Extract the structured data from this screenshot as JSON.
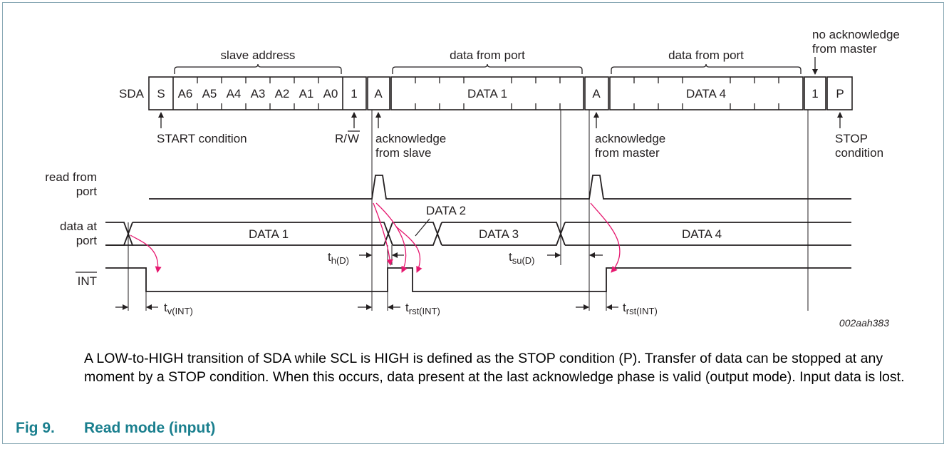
{
  "labels": {
    "sda": "SDA",
    "slave_address": "slave address",
    "data_from_port_1": "data from port",
    "data_from_port_2": "data from port",
    "no_ack_line1": "no acknowledge",
    "no_ack_line2": "from master",
    "start_condition": "START condition",
    "rw": "R/",
    "rw_bar": "W",
    "ack_slave_line1": "acknowledge",
    "ack_slave_line2": "from slave",
    "ack_master_line1": "acknowledge",
    "ack_master_line2": "from master",
    "stop_line1": "STOP",
    "stop_line2": "condition",
    "read_from_port_line1": "read from",
    "read_from_port_line2": "port",
    "data_at_port_line1": "data at",
    "data_at_port_line2": "port",
    "int": "INT",
    "data2_callout": "DATA 2",
    "t_h": "t",
    "t_h_sub": "h(D)",
    "t_su": "t",
    "t_su_sub": "su(D)",
    "t_v": "t",
    "t_v_sub": "v(INT)",
    "t_rst1": "t",
    "t_rst1_sub": "rst(INT)",
    "t_rst2": "t",
    "t_rst2_sub": "rst(INT)",
    "figure_code": "002aah383"
  },
  "sda_cells": [
    "S",
    "A6",
    "A5",
    "A4",
    "A3",
    "A2",
    "A1",
    "A0",
    "1",
    "A",
    "DATA 1",
    "A",
    "DATA 4",
    "1",
    "P"
  ],
  "port_data": [
    "DATA 1",
    "DATA 3",
    "DATA 4"
  ],
  "caption": "A LOW-to-HIGH transition of SDA while SCL is HIGH is defined as the STOP condition (P). Transfer of data can be stopped at any moment by a STOP condition. When this occurs, data present at the last acknowledge phase is valid (output mode). Input data is lost.",
  "figure": {
    "number": "Fig 9.",
    "title": "Read mode (input)"
  },
  "colors": {
    "signal": "#231f20",
    "arrow": "#e6186f",
    "title": "#1a7f8e"
  }
}
